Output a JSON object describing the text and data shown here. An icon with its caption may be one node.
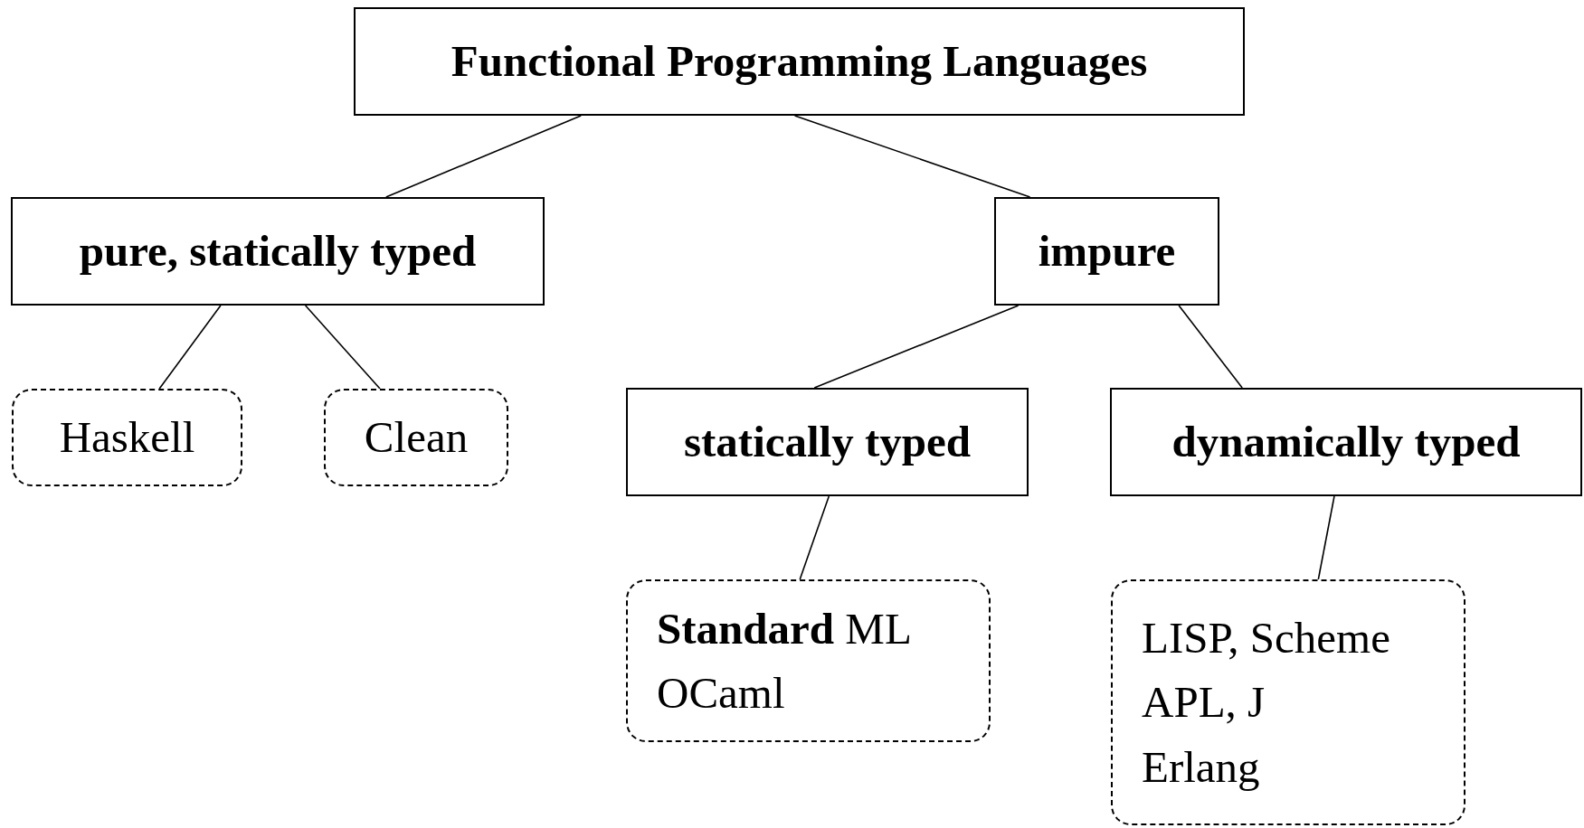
{
  "diagram": {
    "nodes": [
      {
        "text": [
          "Functional Programming Languages"
        ]
      },
      {
        "text": [
          "pure, statically typed"
        ]
      },
      {
        "text": [
          "impure"
        ]
      },
      {
        "text": [
          "Haskell"
        ]
      },
      {
        "text": [
          "Clean"
        ]
      },
      {
        "text": [
          "statically typed"
        ]
      },
      {
        "text": [
          "dynamically typed"
        ]
      },
      {
        "text": [
          "**Standard** ML",
          "OCaml"
        ]
      },
      {
        "text": [
          "LISP, Scheme",
          "APL, J",
          "Erlang"
        ]
      }
    ],
    "edges": [
      {
        "from": 0,
        "to": 1,
        "arrow": "none"
      },
      {
        "from": 0,
        "to": 2,
        "arrow": "none"
      },
      {
        "from": 1,
        "to": 3,
        "arrow": "none"
      },
      {
        "from": 1,
        "to": 4,
        "arrow": "none"
      },
      {
        "from": 2,
        "to": 5,
        "arrow": "none"
      },
      {
        "from": 2,
        "to": 6,
        "arrow": "none"
      },
      {
        "from": 5,
        "to": 7,
        "arrow": "none"
      },
      {
        "from": 6,
        "to": 8,
        "arrow": "none"
      }
    ]
  }
}
